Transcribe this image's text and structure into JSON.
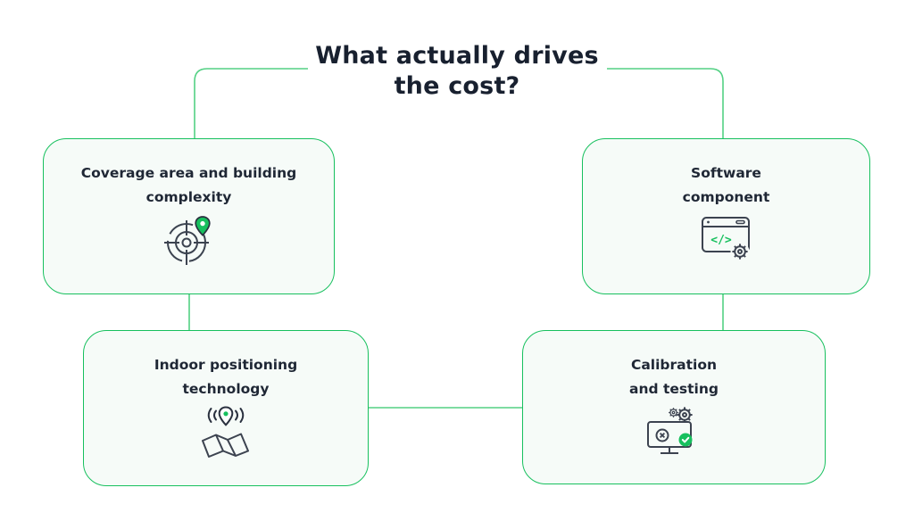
{
  "title": {
    "line1": "What actually drives",
    "line2": "the cost?"
  },
  "colors": {
    "accent_green": "#17c05e",
    "connector_green": "#53d184",
    "card_fill": "#f6fbf8",
    "card_border": "#17c05e",
    "title_text": "#18202f",
    "card_text": "#1f2735",
    "icon_stroke": "#3c4350"
  },
  "cards": [
    {
      "name": "coverage-area",
      "lines": [
        "Coverage area and building",
        "complexity"
      ],
      "icon": "radar-location-icon"
    },
    {
      "name": "software-component",
      "lines": [
        "Software",
        "component"
      ],
      "icon": "browser-code-gear-icon"
    },
    {
      "name": "indoor-positioning",
      "lines": [
        "Indoor positioning",
        "technology"
      ],
      "icon": "map-pin-signal-icon"
    },
    {
      "name": "calibration-testing",
      "lines": [
        "Calibration",
        "and testing"
      ],
      "icon": "monitor-calibration-icon"
    }
  ]
}
